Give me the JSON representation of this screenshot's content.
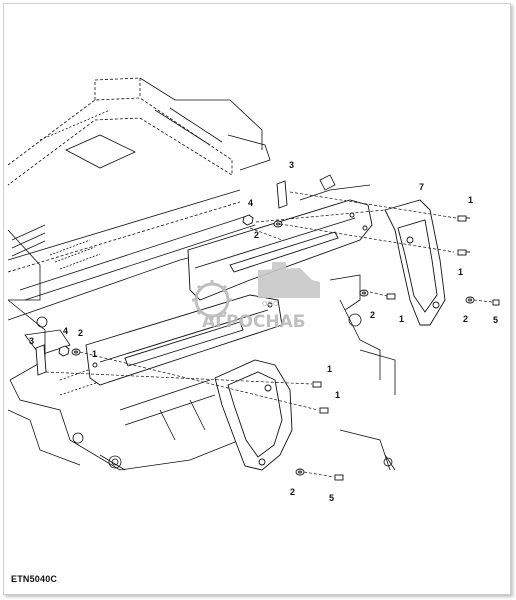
{
  "diagram": {
    "figure_code": "ETN5040C",
    "callouts": [
      {
        "id": "c1",
        "text": "1"
      },
      {
        "id": "c2",
        "text": "1"
      },
      {
        "id": "c3",
        "text": "1"
      },
      {
        "id": "c4",
        "text": "1"
      },
      {
        "id": "c5",
        "text": "1"
      },
      {
        "id": "c6",
        "text": "1"
      },
      {
        "id": "c7",
        "text": "2"
      },
      {
        "id": "c8",
        "text": "2"
      },
      {
        "id": "c9",
        "text": "2"
      },
      {
        "id": "c10",
        "text": "2"
      },
      {
        "id": "c11",
        "text": "2"
      },
      {
        "id": "c12",
        "text": "3"
      },
      {
        "id": "c13",
        "text": "3"
      },
      {
        "id": "c14",
        "text": "4"
      },
      {
        "id": "c15",
        "text": "4"
      },
      {
        "id": "c16",
        "text": "5"
      },
      {
        "id": "c17",
        "text": "5"
      },
      {
        "id": "c18",
        "text": "7"
      }
    ]
  },
  "watermark": {
    "company_prefix": "ООО",
    "company_name": "АГРОСНАБ"
  },
  "colors": {
    "line": "#111111",
    "watermark": "#b9b9b9"
  }
}
